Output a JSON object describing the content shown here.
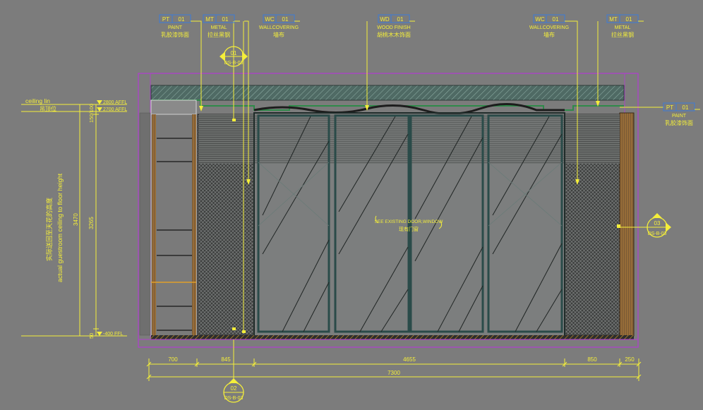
{
  "tags": [
    {
      "code": "PT",
      "num": "01",
      "en": "PAINT",
      "cn": "乳胶漆饰面"
    },
    {
      "code": "MT",
      "num": "01",
      "en": "METAL",
      "cn": "拉丝黑钢"
    },
    {
      "code": "WC",
      "num": "01",
      "en": "WALLCOVERING",
      "cn": "墙布"
    },
    {
      "code": "WD",
      "num": "01",
      "en": "WOOD FINISH",
      "cn": "胡桃木木饰面"
    },
    {
      "code": "WC",
      "num": "01",
      "en": "WALLCOVERING",
      "cn": "墙布"
    },
    {
      "code": "MT",
      "num": "01",
      "en": "METAL",
      "cn": "拉丝黑钢"
    },
    {
      "code": "PT",
      "num": "01",
      "en": "PAINT",
      "cn": "乳胶漆饰面"
    }
  ],
  "section_markers": [
    {
      "num": "01",
      "ref": "DS-B-03"
    },
    {
      "num": "02",
      "ref": "DS-B-03"
    },
    {
      "num": "03",
      "ref": "DS-B-03"
    }
  ],
  "levels": {
    "ceiling_line": "ceiling lin",
    "ceiling_line_cn": "吊顶位",
    "upper_level": "2800 AFFL",
    "lower_level": "2700 AFFL",
    "floor_level": "-400 FFL"
  },
  "vertical_note": {
    "cn": "实际送回至天花的高度",
    "en": "actual guestroom ceiling to floor height"
  },
  "vertical_dims": {
    "top": "150/100",
    "overall": "3470",
    "middle": "3265",
    "bottom": "50"
  },
  "center_note": {
    "en": "SEE EXISTING DOOR,WINDOW",
    "cn": "现有门窗"
  },
  "horizontal_dims": {
    "segments": [
      "700",
      "845",
      "4655",
      "850",
      "250"
    ],
    "total": "7300"
  }
}
